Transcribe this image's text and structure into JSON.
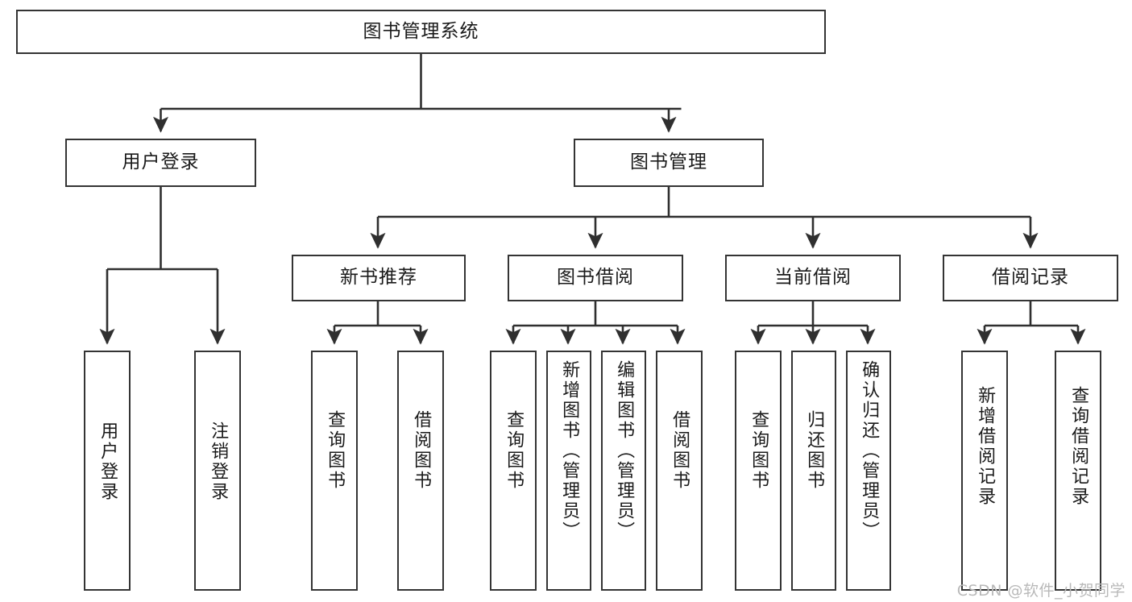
{
  "diagram": {
    "title": "图书管理系统",
    "type": "functional-structure-tree",
    "watermark": "CSDN @软件_小贺同学",
    "colors": {
      "background": "#ffffff",
      "border": "#343434",
      "text": "#1a1a1a",
      "watermark": "#b9b9b9"
    },
    "root": {
      "label": "图书管理系统"
    },
    "level2": [
      {
        "label": "用户登录"
      },
      {
        "label": "图书管理"
      }
    ],
    "level3": [
      {
        "label": "新书推荐"
      },
      {
        "label": "图书借阅"
      },
      {
        "label": "当前借阅"
      },
      {
        "label": "借阅记录"
      }
    ],
    "leaves": [
      {
        "label": "用户登录"
      },
      {
        "label": "注销登录"
      },
      {
        "label": "查询图书"
      },
      {
        "label": "借阅图书"
      },
      {
        "label": "查询图书"
      },
      {
        "label": "新增图书（管理员）"
      },
      {
        "label": "编辑图书（管理员）"
      },
      {
        "label": "借阅图书"
      },
      {
        "label": "查询图书"
      },
      {
        "label": "归还图书"
      },
      {
        "label": "确认归还（管理员）"
      },
      {
        "label": "新增借阅记录"
      },
      {
        "label": "查询借阅记录"
      }
    ]
  }
}
